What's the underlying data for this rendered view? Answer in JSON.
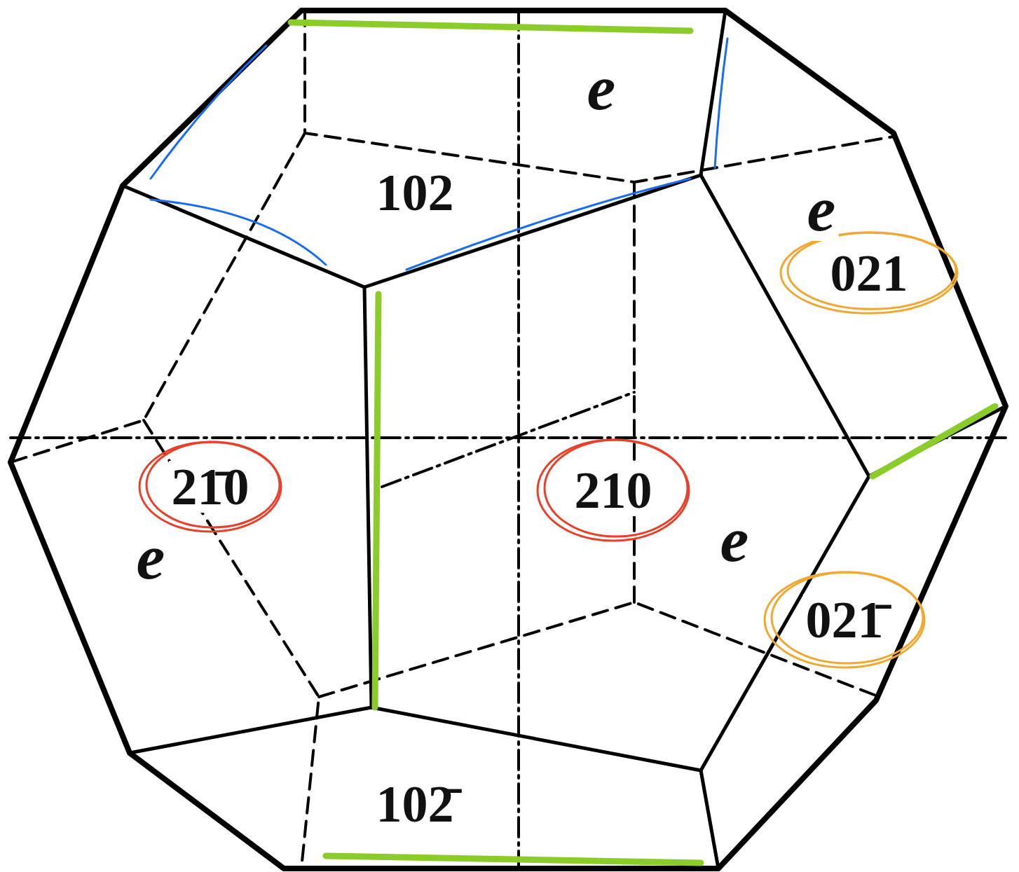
{
  "diagram": {
    "nodes": [
      {
        "text": [
          "021"
        ]
      },
      {
        "text": [
          "21̄0"
        ]
      },
      {
        "text": [
          "210"
        ]
      },
      {
        "text": [
          "021̄"
        ]
      }
    ],
    "labels": [
      "e",
      "102",
      "e",
      "e",
      "e",
      "102̄"
    ]
  }
}
